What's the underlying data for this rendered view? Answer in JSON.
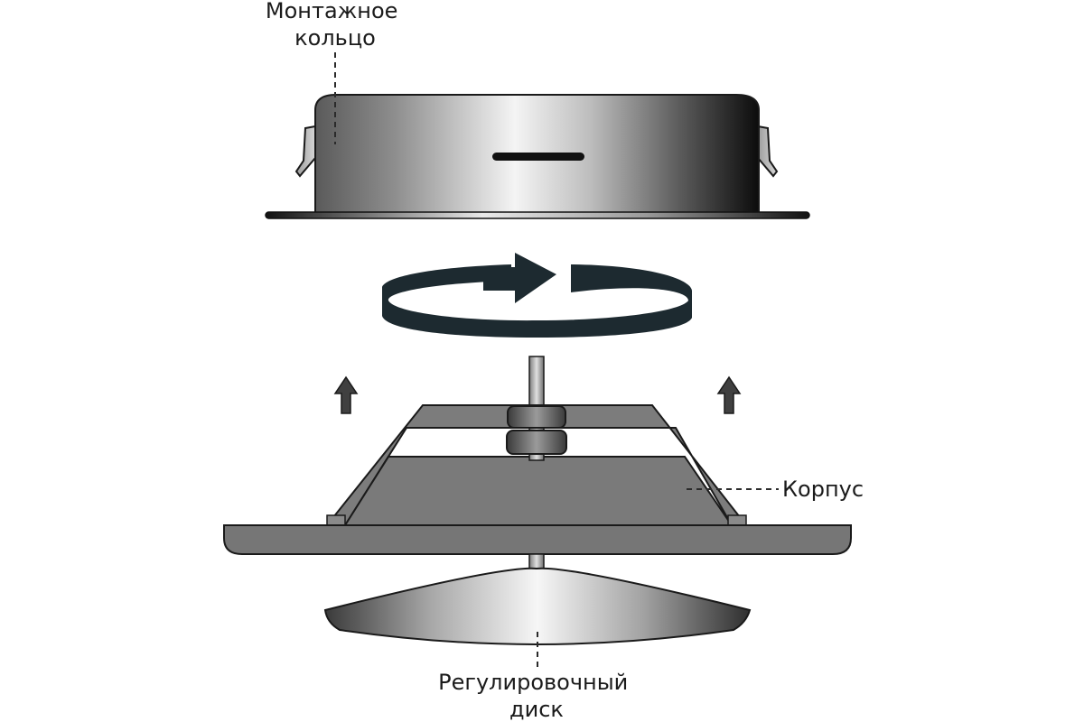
{
  "labels": {
    "mounting_ring": [
      "Монтажное",
      "кольцо"
    ],
    "body": "Корпус",
    "adjusting_disc": [
      "Регулировочный",
      "диск"
    ]
  },
  "colors": {
    "outline": "#1a1a1a",
    "body_gray": "#7a7a7a",
    "rotation_arrow": "#1d2a30",
    "up_arrow": "#404040",
    "leader_line": "#2b2b2b"
  },
  "icons": {
    "rotation": "rotate-clockwise-arrow-icon",
    "lift": "up-arrow-icon"
  }
}
